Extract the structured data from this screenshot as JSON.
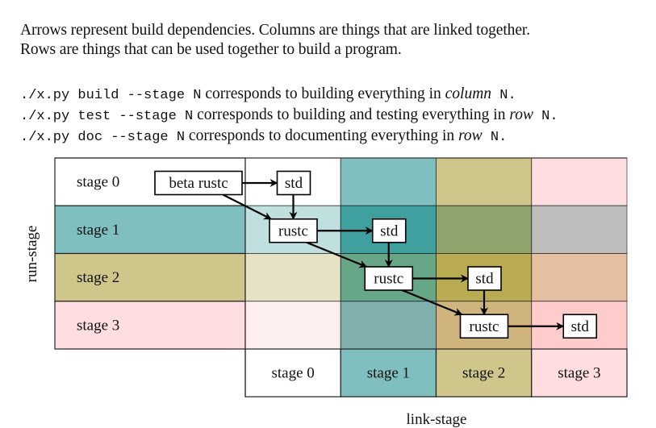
{
  "intro": {
    "line1": "Arrows represent build dependencies. Columns are things that are linked together.",
    "line2": "Rows are things that can be used together to build a program."
  },
  "commands": [
    {
      "cmd": "./x.py build --stage N",
      "text": " corresponds to building everything in ",
      "em": "column",
      "tail": " N."
    },
    {
      "cmd": "./x.py test --stage N",
      "text": " corresponds to building and testing everything in ",
      "em": "row",
      "tail": " N."
    },
    {
      "cmd": "./x.py doc --stage N",
      "text": " corresponds to documenting everything in ",
      "em": "row",
      "tail": " N."
    }
  ],
  "diagram": {
    "row_axis_label": "run-stage",
    "col_axis_label": "link-stage",
    "row_labels": [
      "stage 0",
      "stage 1",
      "stage 2",
      "stage 3"
    ],
    "col_labels": [
      "stage 0",
      "stage 1",
      "stage 2",
      "stage 3"
    ],
    "row_label_colors": [
      "#ffffff",
      "#80bfbf",
      "#cfc68c",
      "#ffdde0"
    ],
    "col_label_colors": [
      "#ffffff",
      "#80bfbf",
      "#cfc68c",
      "#ffdde0"
    ],
    "cell_colors": [
      [
        "#ffffff",
        "#80bfbf",
        "#cfc68c",
        "#ffdde0"
      ],
      [
        "#c0e0e0",
        "#40a0a0",
        "#8ea46c",
        "#bdbdbd"
      ],
      [
        "#e6e2c6",
        "#68a688",
        "#b8ab52",
        "#e6c0a2"
      ],
      [
        "#fff0f0",
        "#7fb0ae",
        "#cfb47e",
        "#ffcccc"
      ]
    ],
    "nodes": [
      {
        "id": "beta-rustc",
        "label": "beta rustc",
        "row": 0,
        "col": -1
      },
      {
        "id": "std0",
        "label": "std",
        "row": 0,
        "col": 0
      },
      {
        "id": "rustc1",
        "label": "rustc",
        "row": 1,
        "col": 0
      },
      {
        "id": "std1",
        "label": "std",
        "row": 1,
        "col": 1
      },
      {
        "id": "rustc2",
        "label": "rustc",
        "row": 2,
        "col": 1
      },
      {
        "id": "std2",
        "label": "std",
        "row": 2,
        "col": 2
      },
      {
        "id": "rustc3",
        "label": "rustc",
        "row": 3,
        "col": 2
      },
      {
        "id": "std3",
        "label": "std",
        "row": 3,
        "col": 3
      }
    ],
    "edges": [
      {
        "from": "beta-rustc",
        "to": "std0"
      },
      {
        "from": "beta-rustc",
        "to": "rustc1"
      },
      {
        "from": "std0",
        "to": "rustc1"
      },
      {
        "from": "rustc1",
        "to": "std1"
      },
      {
        "from": "rustc1",
        "to": "rustc2"
      },
      {
        "from": "std1",
        "to": "rustc2"
      },
      {
        "from": "rustc2",
        "to": "std2"
      },
      {
        "from": "rustc2",
        "to": "rustc3"
      },
      {
        "from": "std2",
        "to": "rustc3"
      },
      {
        "from": "rustc3",
        "to": "std3"
      }
    ]
  }
}
